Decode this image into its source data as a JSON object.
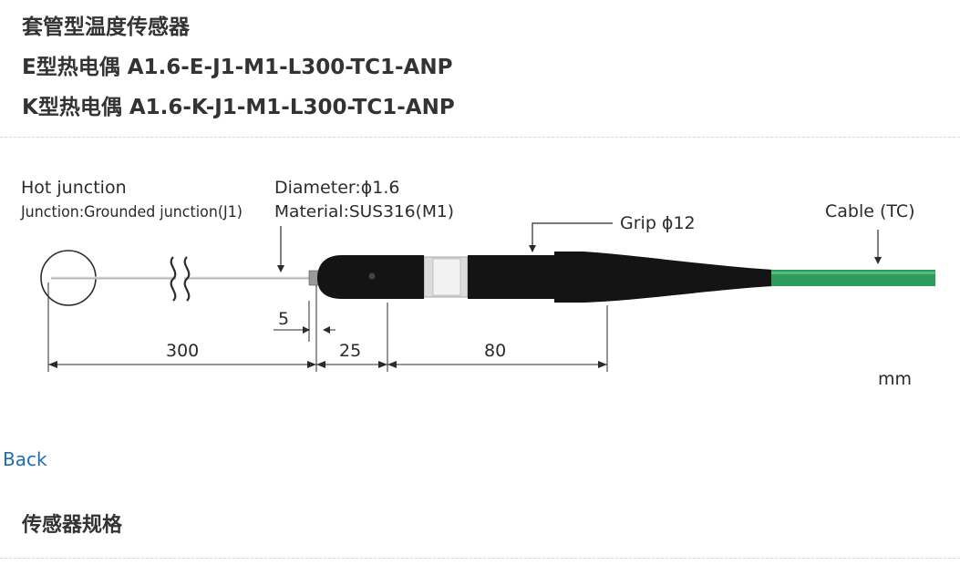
{
  "header": {
    "title": "套管型温度传感器",
    "model_e": "E型热电偶 A1.6-E-J1-M1-L300-TC1-ANP",
    "model_k": "K型热电偶 A1.6-K-J1-M1-L300-TC1-ANP"
  },
  "diagram": {
    "hot_junction_title": "Hot junction",
    "hot_junction_detail": "Junction:Grounded junction(J1)",
    "diameter": "Diameter:ϕ1.6",
    "material": "Material:SUS316(M1)",
    "grip": "Grip ϕ12",
    "cable": "Cable (TC)",
    "dim_5": "5",
    "dim_300": "300",
    "dim_25": "25",
    "dim_80": "80",
    "unit": "mm",
    "colors": {
      "cable": "#2e9b5a",
      "handle": "#141414",
      "probe": "#b9b9b9"
    }
  },
  "nav": {
    "back_label": "Back"
  },
  "section": {
    "heading": "传感器规格"
  }
}
